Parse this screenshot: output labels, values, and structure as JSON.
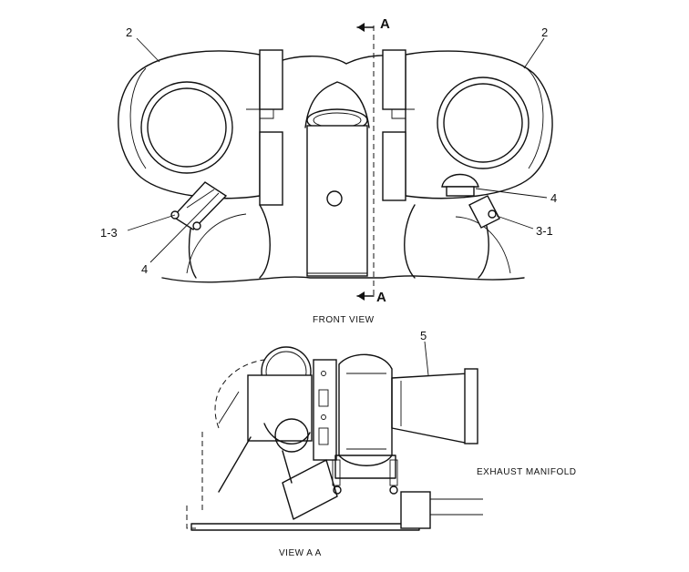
{
  "front_view": {
    "caption": "FRONT VIEW",
    "section_top": "A",
    "section_bottom": "A",
    "callouts": {
      "left_turbo": "2",
      "right_turbo": "2",
      "left_clamp": "1-3",
      "left_bolt": "4",
      "right_bolt": "4",
      "right_clamp": "3-1"
    }
  },
  "view_aa": {
    "caption": "VIEW A A",
    "callout_elbow": "5",
    "manifold_label": "EXHAUST MANIFOLD"
  }
}
